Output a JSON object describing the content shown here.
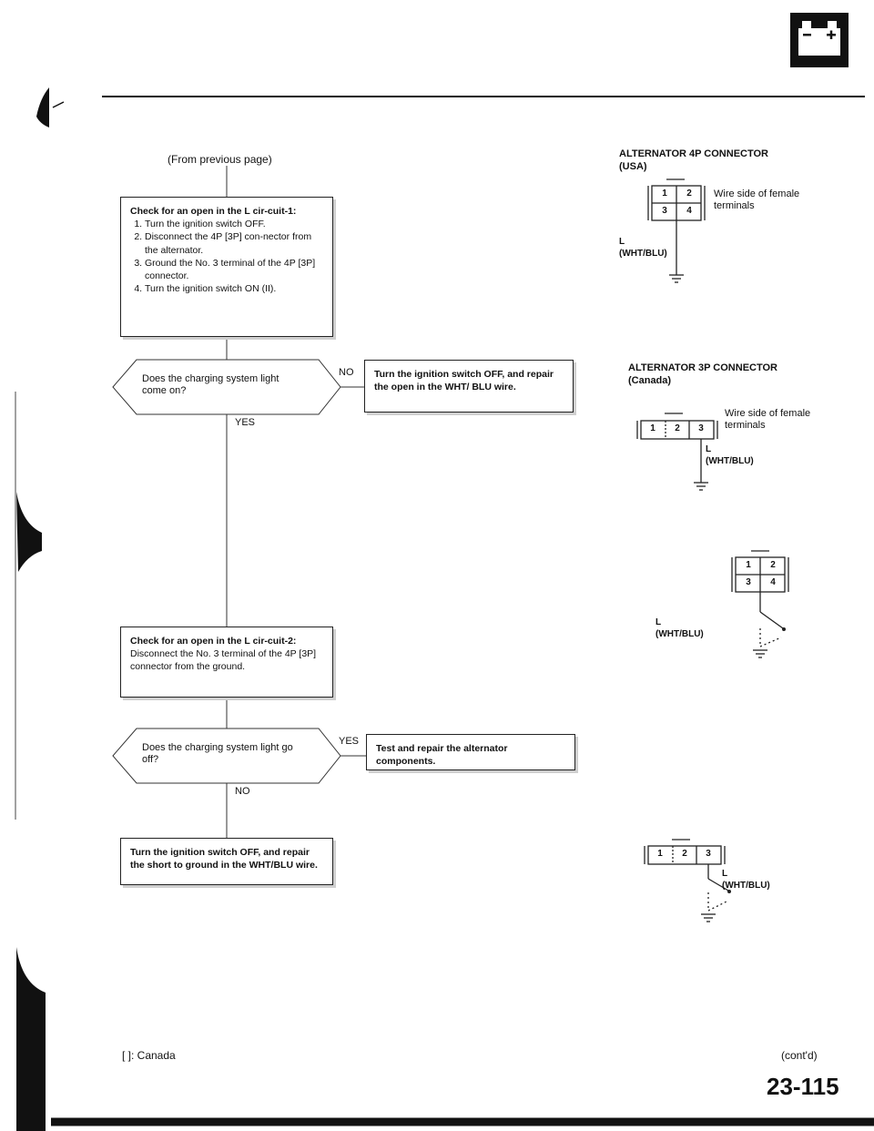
{
  "header": {
    "battery_icon": "battery-icon"
  },
  "flow": {
    "from_previous": "(From previous page)",
    "step1": {
      "title": "Check for an open in the L cir-cuit-1:",
      "items": [
        "Turn the ignition switch OFF.",
        "Disconnect the 4P [3P] con-nector from the alternator.",
        "Ground the No. 3 terminal of the 4P [3P] connector.",
        "Turn the ignition switch ON (II)."
      ]
    },
    "q1": "Does the charging system light come on?",
    "q1_no": "NO",
    "q1_yes": "YES",
    "a1": "Turn the ignition switch OFF, and repair the open in the WHT/ BLU wire.",
    "step2": {
      "title": "Check for an open in the L cir-cuit-2:",
      "body": "Disconnect the No. 3 terminal of the 4P [3P] connector from the ground."
    },
    "q2": "Does the charging system light go off?",
    "q2_yes": "YES",
    "q2_no": "NO",
    "a2": "Test and repair the alternator components.",
    "a3": "Turn the ignition switch OFF, and repair the short to ground in the WHT/BLU wire."
  },
  "connectors": {
    "usa": {
      "title": "ALTERNATOR 4P CONNECTOR",
      "region": "(USA)",
      "pins": [
        "1",
        "2",
        "3",
        "4"
      ],
      "side": "Wire side of female terminals",
      "wire_l": "L",
      "wire_color": "(WHT/BLU)"
    },
    "canada": {
      "title": "ALTERNATOR 3P CONNECTOR",
      "region": "(Canada)",
      "pins": [
        "1",
        "2",
        "3"
      ],
      "side": "Wire side of female terminals",
      "wire_l": "L",
      "wire_color": "(WHT/BLU)"
    },
    "usa2": {
      "pins": [
        "1",
        "2",
        "3",
        "4"
      ],
      "wire_l": "L",
      "wire_color": "(WHT/BLU)"
    },
    "canada2": {
      "pins": [
        "1",
        "2",
        "3"
      ],
      "wire_l": "L",
      "wire_color": "(WHT/BLU)"
    }
  },
  "footer": {
    "note": "[ ]: Canada",
    "contd": "(cont'd)",
    "page": "23-115"
  }
}
